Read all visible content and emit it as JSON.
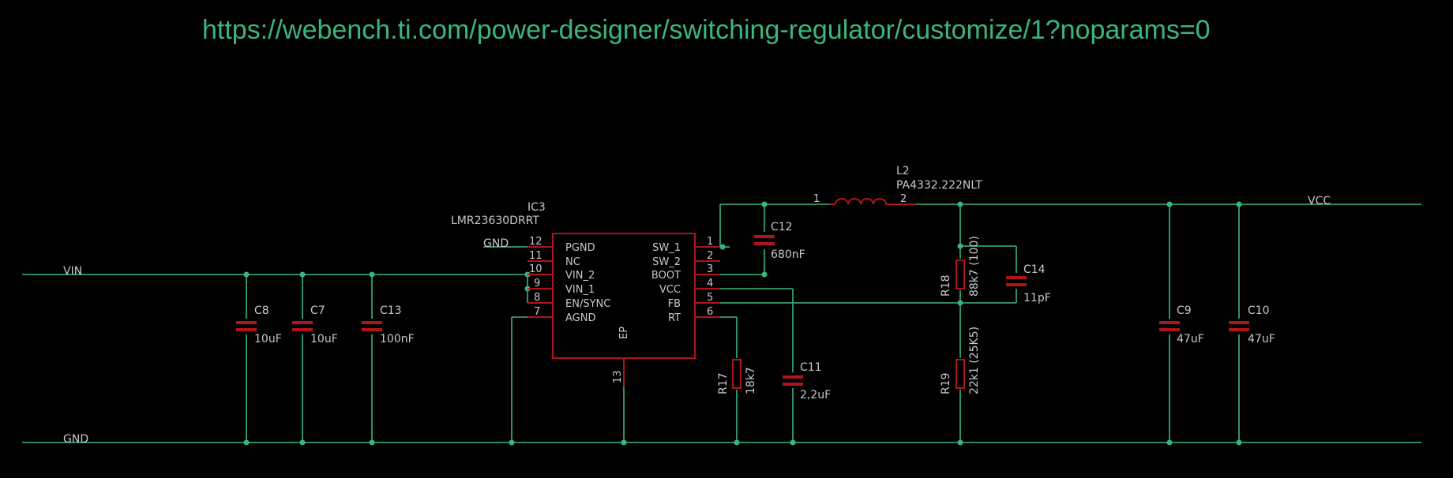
{
  "header": {
    "url": "https://webench.ti.com/power-designer/switching-regulator/customize/1?noparams=0"
  },
  "nets": {
    "vin": "VIN",
    "gnd": "GND",
    "gnd_ic": "GND",
    "vcc": "VCC"
  },
  "ic": {
    "ref": "IC3",
    "part": "LMR23630DRRT",
    "pins_left": [
      {
        "num": "12",
        "name": "PGND"
      },
      {
        "num": "11",
        "name": "NC"
      },
      {
        "num": "10",
        "name": "VIN_2"
      },
      {
        "num": "9",
        "name": "VIN_1"
      },
      {
        "num": "8",
        "name": "EN/SYNC"
      },
      {
        "num": "7",
        "name": "AGND"
      }
    ],
    "pins_right": [
      {
        "num": "1",
        "name": "SW_1"
      },
      {
        "num": "2",
        "name": "SW_2"
      },
      {
        "num": "3",
        "name": "BOOT"
      },
      {
        "num": "4",
        "name": "VCC"
      },
      {
        "num": "5",
        "name": "FB"
      },
      {
        "num": "6",
        "name": "RT"
      }
    ],
    "ep": {
      "name": "EP",
      "num": "13"
    }
  },
  "components": {
    "C8": {
      "ref": "C8",
      "value": "10uF"
    },
    "C7": {
      "ref": "C7",
      "value": "10uF"
    },
    "C13": {
      "ref": "C13",
      "value": "100nF"
    },
    "C12": {
      "ref": "C12",
      "value": "680nF"
    },
    "C11": {
      "ref": "C11",
      "value": "2,2uF"
    },
    "R17": {
      "ref": "R17",
      "value": "18k7"
    },
    "L2": {
      "ref": "L2",
      "value": "PA4332.222NLT",
      "pin1": "1",
      "pin2": "2"
    },
    "R18": {
      "ref": "R18",
      "value": "88k7 (100)"
    },
    "C14": {
      "ref": "C14",
      "value": "11pF"
    },
    "R19": {
      "ref": "R19",
      "value": "22k1 (25K5)"
    },
    "C9": {
      "ref": "C9",
      "value": "47uF"
    },
    "C10": {
      "ref": "C10",
      "value": "47uF"
    }
  }
}
